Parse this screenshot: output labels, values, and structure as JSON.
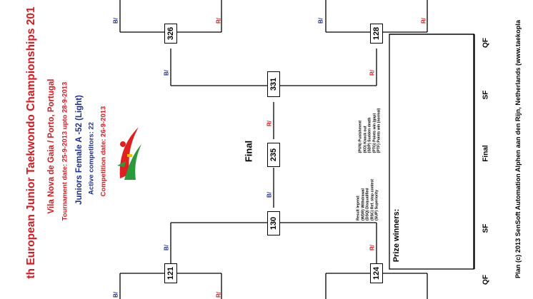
{
  "header": {
    "championship": "th European Junior Taekwondo Championships 201",
    "venue": "Vila Nova de Gaia / Porto, Portugal",
    "tournament_date": "Tournament date: 25-9-2013 upto 28-9-2013",
    "category": "Juniors Female A -52 (Light)",
    "active_competitors": "Active competitors: 22",
    "competition_date": "Competition date: 26-9-2013"
  },
  "bracket": {
    "final_label": "Final",
    "matches": {
      "m326": "326",
      "m128": "128",
      "m331": "331",
      "m235": "235",
      "m130": "130",
      "m121": "121",
      "m124": "124"
    },
    "blue_mark": "B/",
    "red_mark": "R/"
  },
  "legend": {
    "title": "Result legend:",
    "left": [
      "(WDR) Withdrawal",
      "(DSQ) Disqualified",
      "(RSC) Ref. stop contest",
      "(SUP) Superiority"
    ],
    "right": [
      "(PUN) Punishment",
      "(KO) Knock out",
      "(SDP) Sudden death",
      "(PTG) Points win (gap)",
      "(PTF) Points win (normal)"
    ]
  },
  "prize": {
    "label": "Prize winners:"
  },
  "footer": {
    "rounds": [
      "QF",
      "SF",
      "Final",
      "SF",
      "QF"
    ],
    "copyright": "Plan (c) 2013 SenSoft Automation Alphen aan den Rijn, Netherlands (www.taekopla"
  },
  "colors": {
    "red": "#d7191f",
    "blue": "#1d2f8c",
    "logo_red": "#e02020",
    "logo_green": "#2a9a3a",
    "logo_yellow": "#f2c200"
  }
}
